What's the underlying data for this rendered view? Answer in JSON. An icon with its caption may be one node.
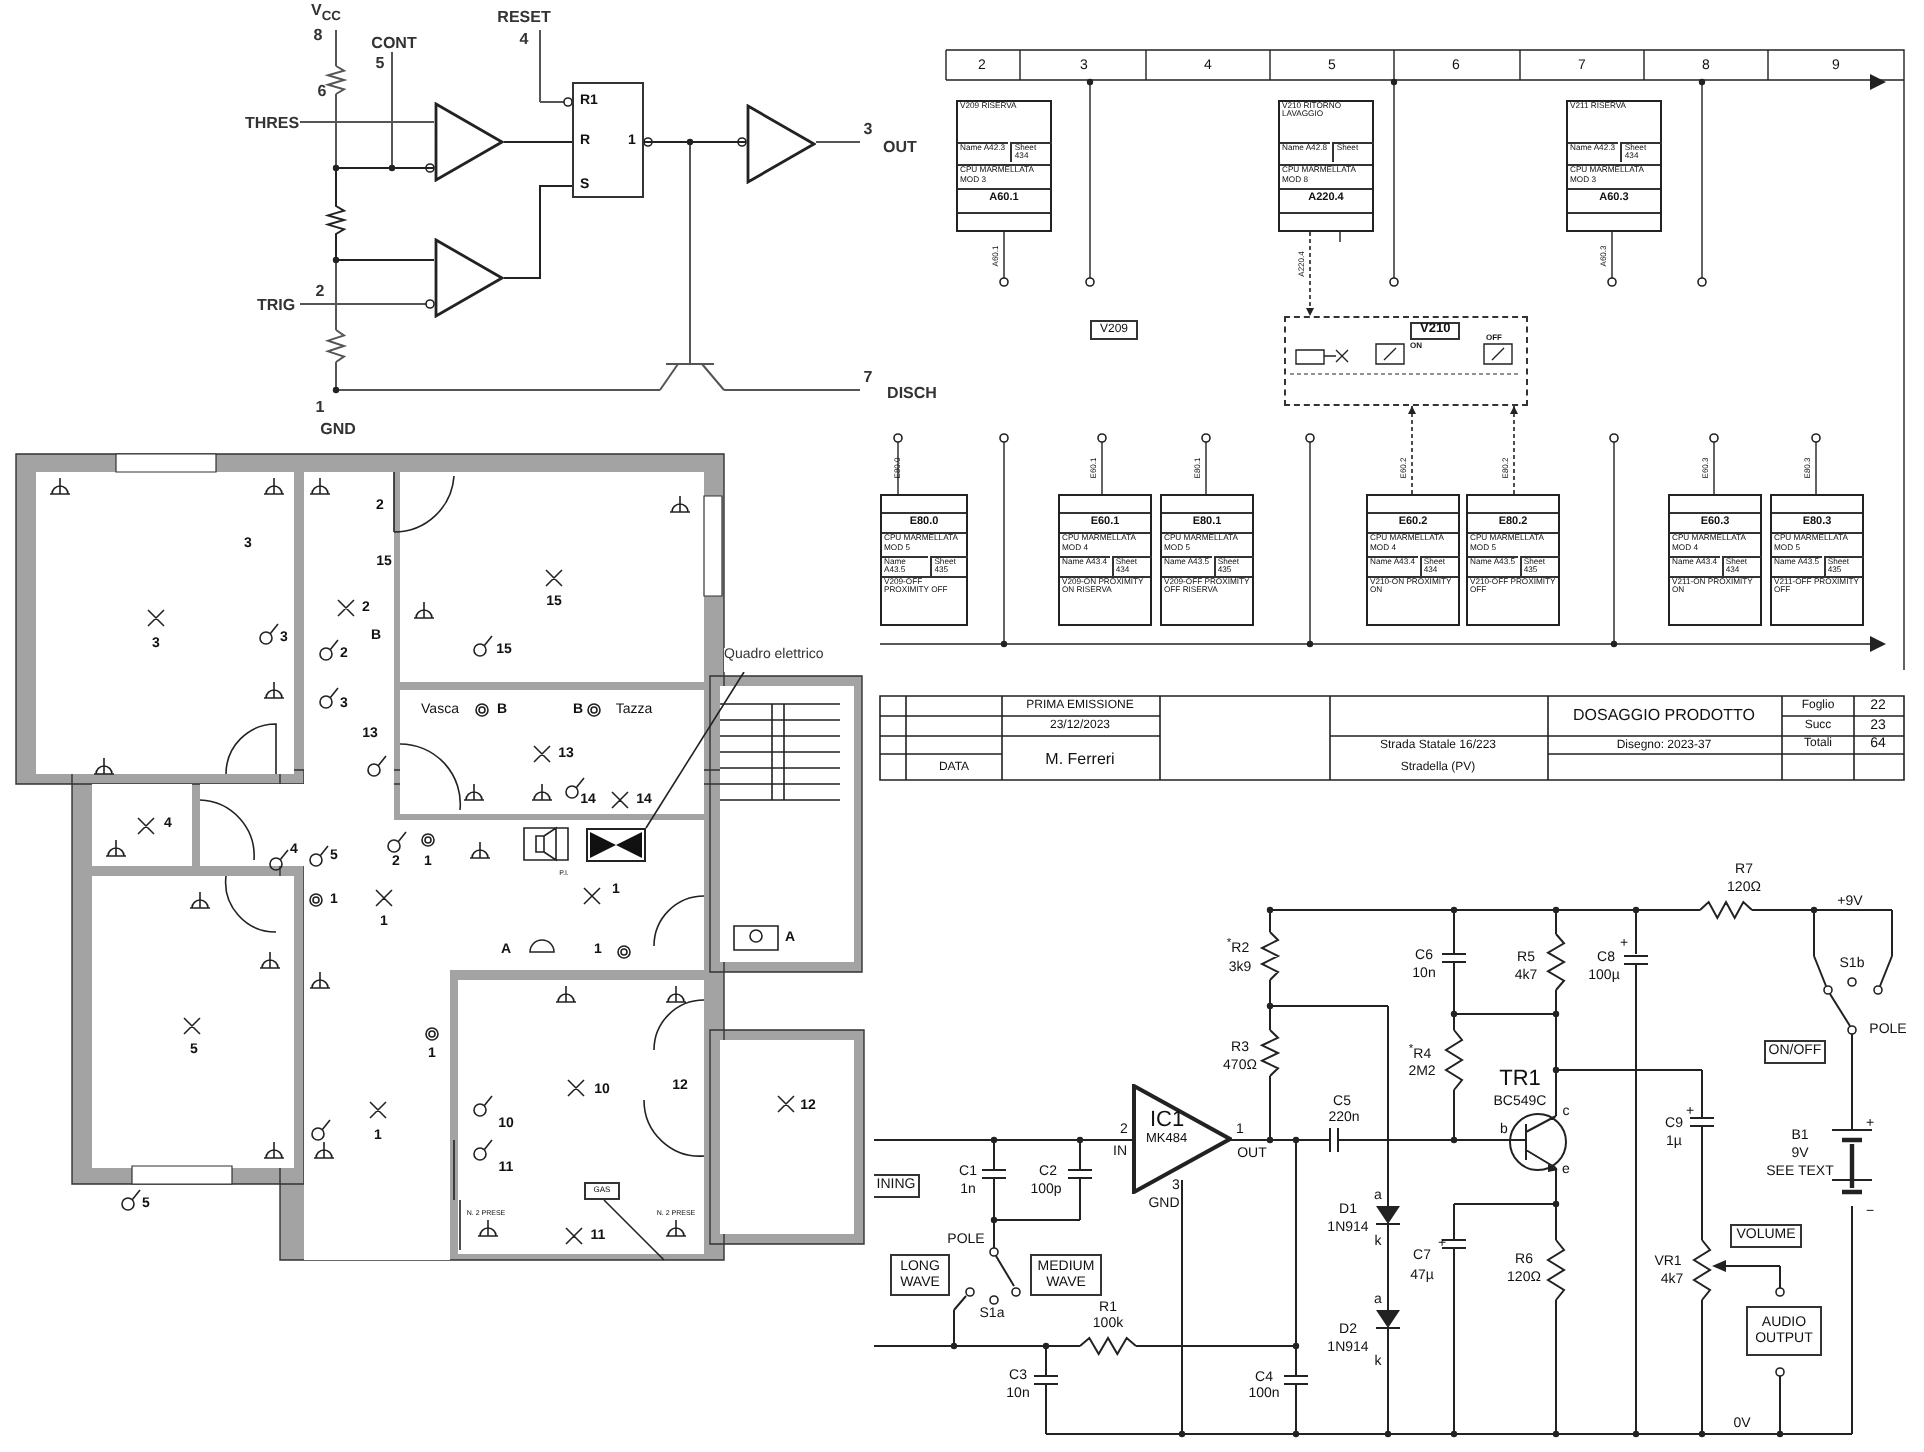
{
  "diagram": {
    "nodes": [
      {
        "text": [
          "R1",
          "R",
          "S",
          "1"
        ]
      },
      {
        "text": [],
        "shape": "triangle"
      },
      {
        "text": [],
        "shape": "triangle"
      },
      {
        "text": [],
        "shape": "triangle"
      },
      {
        "text": [
          "V209 RISERVA",
          "Name A42.3",
          "Sheet 434",
          "CPU MARMELLATA",
          "MOD 3",
          "A60.1"
        ]
      },
      {
        "text": [
          "V210 RITORNO LAVAGGIO",
          "Name A42.8",
          "Sheet",
          "CPU MARMELLATA",
          "MOD 8",
          "A220.4"
        ]
      },
      {
        "text": [
          "V211 RISERVA",
          "Name A42.3",
          "Sheet 434",
          "CPU MARMELLATA",
          "MOD 3",
          "A60.3"
        ]
      },
      {
        "text": [
          "V209"
        ]
      },
      {
        "text": [
          "V210",
          "ON",
          "OFF"
        ]
      },
      {
        "text": [
          "E80.0",
          "CPU MARMELLATA",
          "MOD 5",
          "Name A43.5",
          "Sheet 435",
          "V209-OFF PROXIMITY OFF"
        ]
      },
      {
        "text": [
          "E60.1",
          "CPU MARMELLATA",
          "MOD 4",
          "Name A43.4",
          "Sheet 434",
          "V209-ON PROXIMITY ON RISERVA"
        ]
      },
      {
        "text": [
          "E80.1",
          "CPU MARMELLATA",
          "MOD 5",
          "Name A43.5",
          "Sheet 435",
          "V209-OFF PROXIMITY OFF RISERVA"
        ]
      },
      {
        "text": [
          "E60.2",
          "CPU MARMELLATA",
          "MOD 4",
          "Name A43.4",
          "Sheet 434",
          "V210-ON PROXIMITY ON"
        ]
      },
      {
        "text": [
          "E80.2",
          "CPU MARMELLATA",
          "MOD 5",
          "Name A43.5",
          "Sheet 435",
          "V210-OFF PROXIMITY OFF"
        ]
      },
      {
        "text": [
          "E60.3",
          "CPU MARMELLATA",
          "MOD 4",
          "Name A43.4",
          "Sheet 434",
          "V211-ON PROXIMITY ON"
        ]
      },
      {
        "text": [
          "E80.3",
          "CPU MARMELLATA",
          "MOD 5",
          "Name A43.5",
          "Sheet 435",
          "V211-OFF PROXIMITY OFF"
        ]
      },
      {
        "text": [
          "Quadro elettrico"
        ]
      },
      {
        "text": [],
        "shape": "box"
      },
      {
        "text": [
          "GAS"
        ]
      },
      {
        "text": [
          "IC1",
          "MK484"
        ],
        "beside": [
          "2",
          "IN",
          "1",
          "OUT",
          "3",
          "GND"
        ]
      },
      {
        "text": [
          "INING"
        ]
      },
      {
        "text": [
          "ON/OFF"
        ]
      },
      {
        "text": [
          "LONG WAVE"
        ]
      },
      {
        "text": [
          "MEDIUM WAVE"
        ]
      },
      {
        "text": [
          "VOLUME"
        ]
      },
      {
        "text": [
          "AUDIO OUTPUT"
        ]
      }
    ],
    "edges": [
      {
        "from": 1,
        "to": 0,
        "arrow": "none"
      },
      {
        "from": 2,
        "to": 0,
        "arrow": "none"
      },
      {
        "from": 0,
        "to": 3,
        "arrow": "none"
      },
      {
        "from": 1,
        "to": 2,
        "arrow": "none"
      },
      {
        "from": 5,
        "to": 8,
        "arrow": "to",
        "style": "dashed"
      },
      {
        "from": 12,
        "to": 8,
        "arrow": "to",
        "style": "dashed"
      },
      {
        "from": 13,
        "to": 8,
        "arrow": "to",
        "style": "dashed"
      },
      {
        "from": 16,
        "to": 17,
        "arrow": "none"
      },
      {
        "from": 18,
        "to": null,
        "arrow": "none"
      }
    ],
    "labels": [
      "V$_{CC}$",
      "8",
      "CONT",
      "5",
      "RESET",
      "4",
      "6",
      "THRES",
      "2",
      "TRIG",
      "1",
      "GND",
      "3",
      "OUT",
      "7",
      "DISCH",
      "2",
      "3",
      "4",
      "5",
      "6",
      "7",
      "8",
      "9",
      "A60.1",
      "A220.4",
      "A60.3",
      "E80.0",
      "E60.1",
      "E80.1",
      "E60.2",
      "E80.2",
      "E60.3",
      "E80.3",
      "PRIMA EMISSIONE",
      "23/12/2023",
      "M. Ferreri",
      "DATA",
      "Strada Statale 16/223",
      "Stradella (PV)",
      "DOSAGGIO PRODOTTO",
      "Disegno: 2023-37",
      "Foglio",
      "22",
      "Succ",
      "23",
      "Totali",
      "64",
      "3",
      "2",
      "15",
      "3",
      "3",
      "2",
      "2",
      "B",
      "3",
      "13",
      "15",
      "15",
      "Vasca",
      "B",
      "B",
      "Tazza",
      "13",
      "14",
      "14",
      "4",
      "4",
      "5",
      "2",
      "1",
      "1",
      "1",
      "P.I.",
      "1",
      "A",
      "1",
      "A",
      "5",
      "1",
      "10",
      "12",
      "12",
      "1",
      "10",
      "11",
      "5",
      "N. 2 PRESE",
      "N. 2 PRESE",
      "11",
      "R7",
      "120Ω",
      "+9V",
      "S1b",
      "POLE",
      "$^{*}$R2",
      "3k9",
      "C6",
      "10n",
      "R5",
      "4k7",
      "+",
      "C8",
      "100µ",
      "R3",
      "470Ω",
      "$^{*}$R4",
      "2M2",
      "TR1",
      "BC549C",
      "c",
      "b",
      "e",
      "C5",
      "220n",
      "+",
      "C9",
      "1µ",
      "B1",
      "9V",
      "SEE TEXT",
      "+",
      "−",
      "a",
      "D1",
      "1N914",
      "k",
      "a",
      "D2",
      "1N914",
      "k",
      "+",
      "C7",
      "47µ",
      "R6",
      "120Ω",
      "VR1",
      "4k7",
      "C1",
      "1n",
      "C2",
      "100p",
      "POLE",
      "S1a",
      "R1",
      "100k",
      "C3",
      "10n",
      "C4",
      "100n",
      "0V"
    ]
  }
}
